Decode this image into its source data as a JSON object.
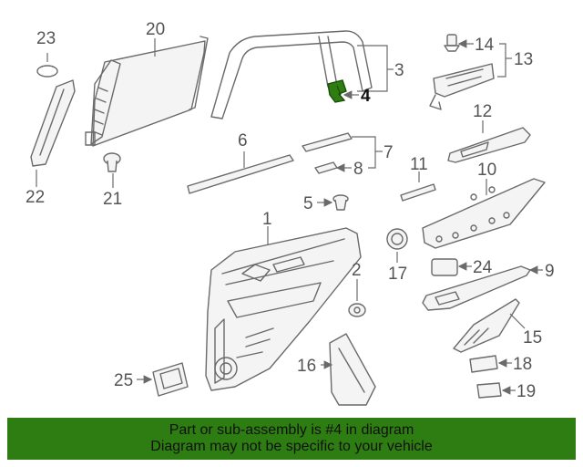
{
  "diagram": {
    "callouts": [
      "1",
      "2",
      "3",
      "4",
      "5",
      "6",
      "7",
      "8",
      "9",
      "10",
      "11",
      "12",
      "13",
      "14",
      "15",
      "16",
      "17",
      "18",
      "19",
      "20",
      "21",
      "22",
      "23",
      "24",
      "25"
    ],
    "highlight_part": "4",
    "highlight_color": "#2e7d12"
  },
  "banner": {
    "line1": "Part or sub-assembly is #4 in diagram",
    "line2": "Diagram may not be specific to your vehicle",
    "background": "#2e7d12"
  }
}
